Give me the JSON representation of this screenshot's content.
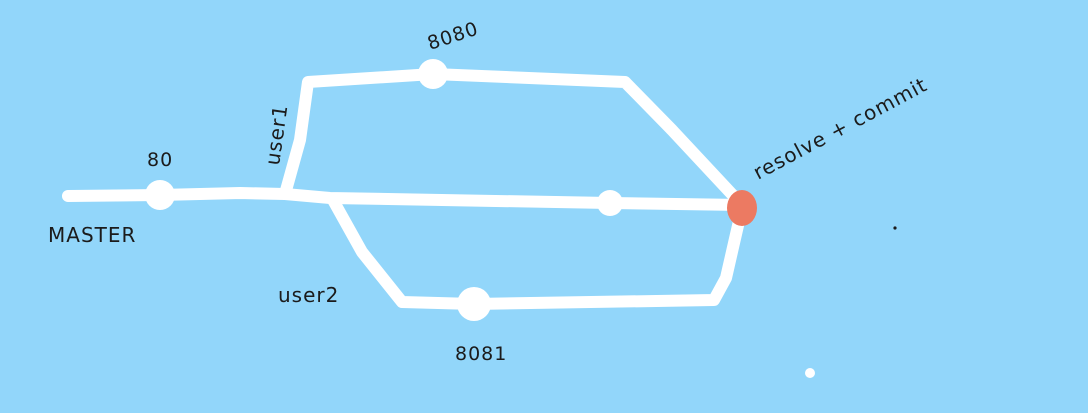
{
  "colors": {
    "background": "#92d6fa",
    "line": "#ffffff",
    "merge_node": "#ec7a62",
    "text": "#1b1b1b"
  },
  "branches": {
    "master": {
      "label": "MASTER",
      "commit_label": "80"
    },
    "user1": {
      "label": "user1",
      "commit_label": "8080"
    },
    "user2": {
      "label": "user2",
      "commit_label": "8081"
    }
  },
  "merge": {
    "label": "resolve + commit"
  }
}
